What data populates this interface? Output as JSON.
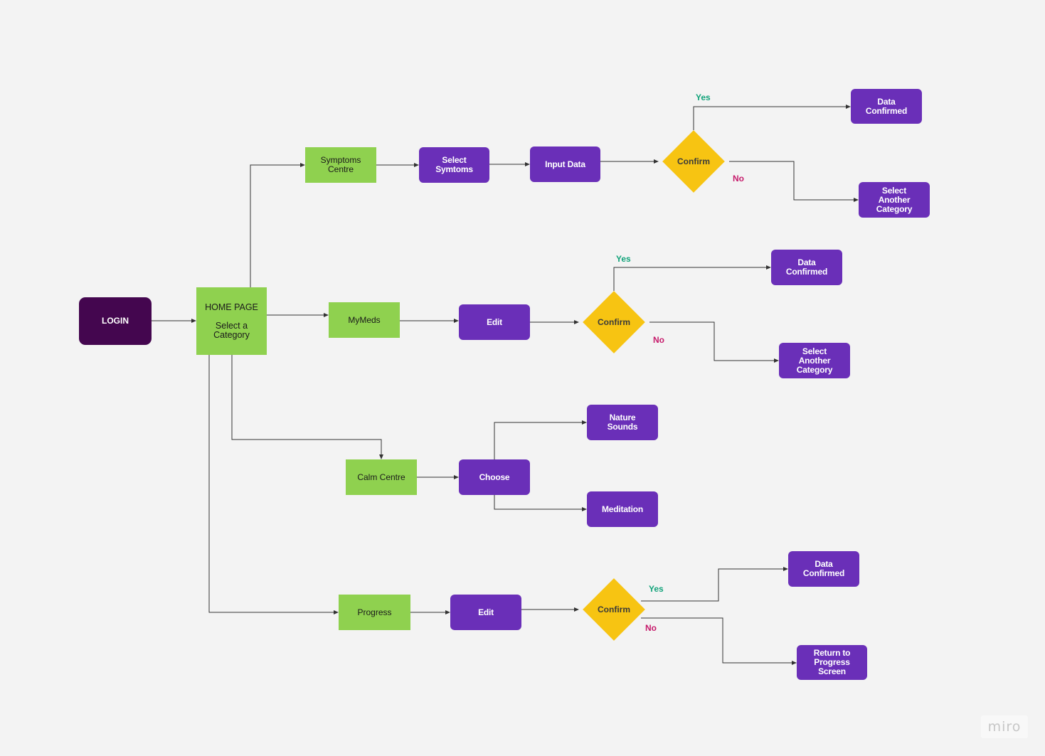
{
  "nodes": {
    "login": "LOGIN",
    "home": {
      "title": "HOME PAGE",
      "subtitle": "Select a\nCategory"
    },
    "symptoms_centre": "Symptoms\nCentre",
    "select_symptoms": "Select\nSymtoms",
    "input_data": "Input Data",
    "confirm_symptoms": "Confirm",
    "data_confirmed_1": "Data\nConfirmed",
    "select_another_1": "Select\nAnother\nCategory",
    "mymeds": "MyMeds",
    "edit_mymeds": "Edit",
    "confirm_mymeds": "Confirm",
    "data_confirmed_2": "Data\nConfirmed",
    "select_another_2": "Select\nAnother\nCategory",
    "calm_centre": "Calm Centre",
    "choose": "Choose",
    "nature_sounds": "Nature\nSounds",
    "meditation": "Meditation",
    "progress": "Progress",
    "edit_progress": "Edit",
    "confirm_progress": "Confirm",
    "data_confirmed_3": "Data\nConfirmed",
    "return_progress": "Return to\nProgress\nScreen"
  },
  "edge_labels": {
    "yes_1": "Yes",
    "no_1": "No",
    "yes_2": "Yes",
    "no_2": "No",
    "yes_3": "Yes",
    "no_3": "No"
  },
  "brand": "miro",
  "colors": {
    "background": "#f3f3f3",
    "green_node": "#8fd14f",
    "purple_node": "#6a2fb8",
    "login_node": "#44064f",
    "decision": "#f7c412",
    "yes_label": "#12a37a",
    "no_label": "#c61a6b",
    "connector": "#333333"
  }
}
